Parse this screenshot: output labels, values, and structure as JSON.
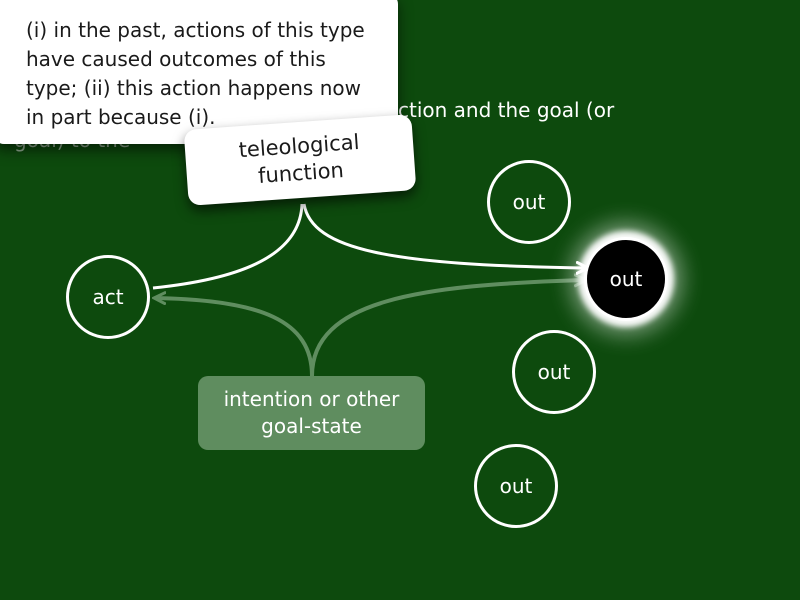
{
  "background_color": "#0d4a0d",
  "highlight_color": "#000000",
  "goal_box_color": "#5f8d5f",
  "background_text": {
    "line1": "ction and the goal (or",
    "line2": "goal) to the"
  },
  "note": {
    "text": "(i) in the past, actions of this type have caused outcomes of this type; (ii) this action happens now in part because (i)."
  },
  "function_label": "teleological\nfunction",
  "goal_label": "intention or other\ngoal-state",
  "nodes": {
    "act": "act",
    "out1": "out",
    "out_highlighted": "out",
    "out3": "out",
    "out4": "out"
  }
}
